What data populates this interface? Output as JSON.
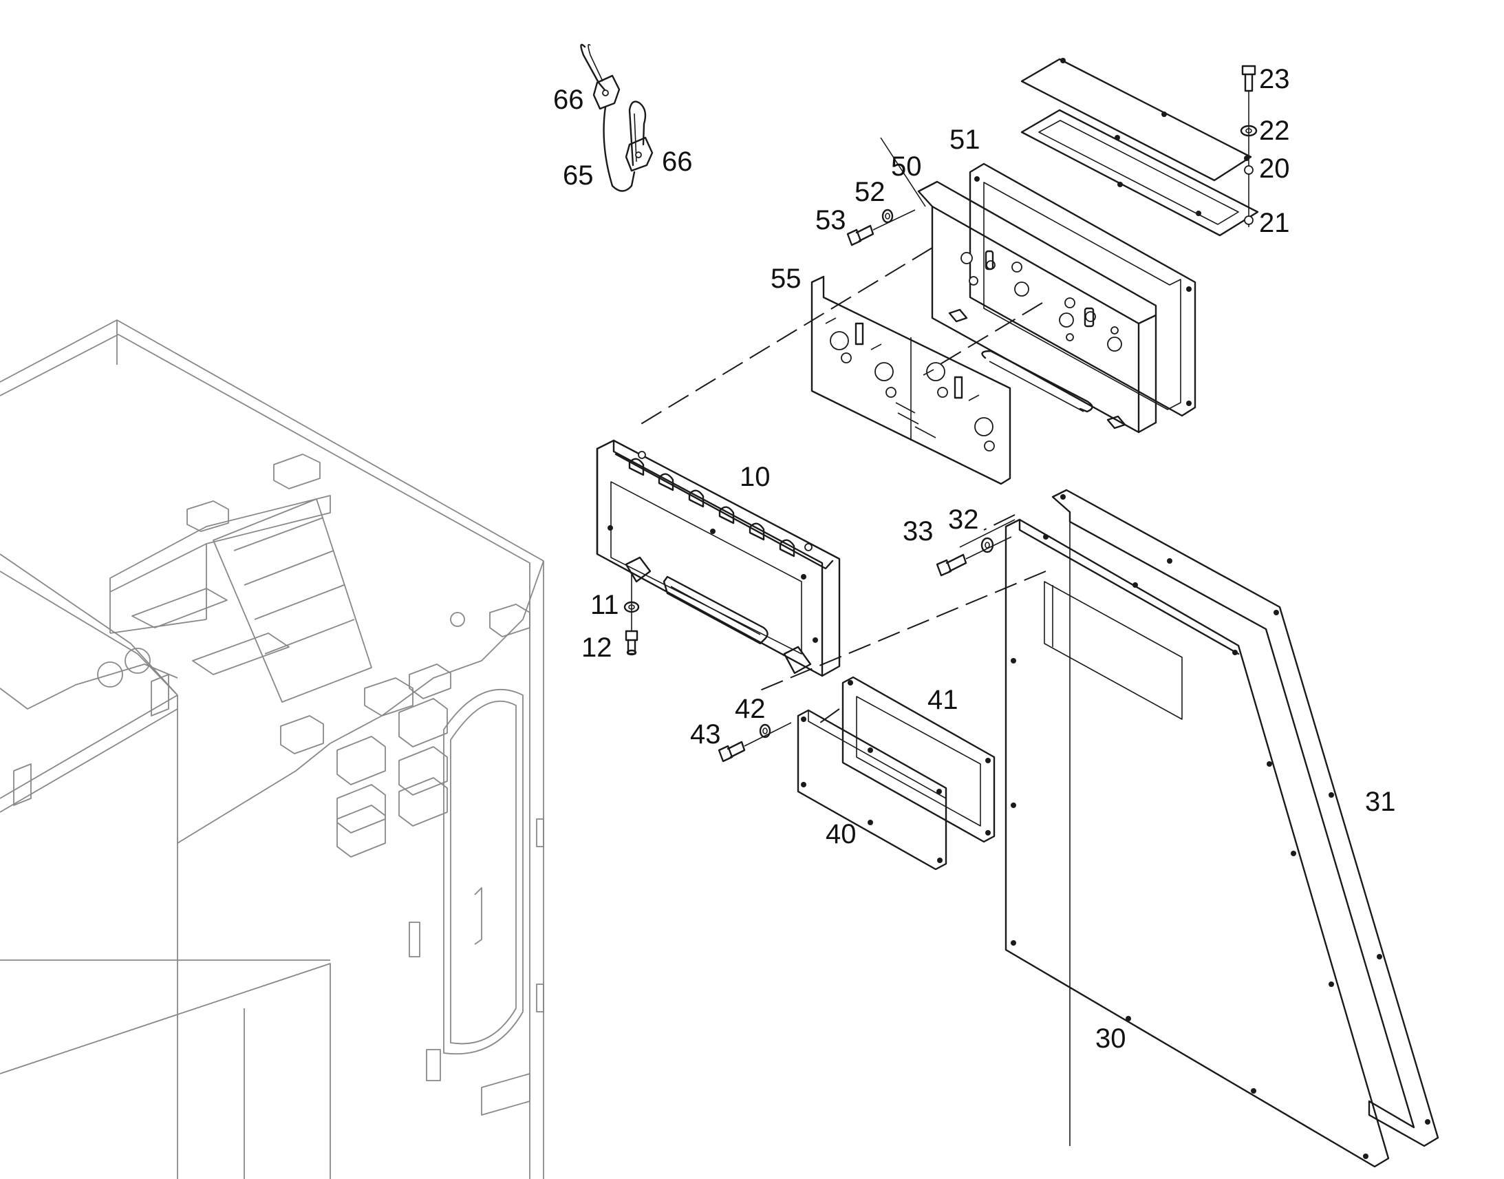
{
  "callouts": {
    "c10": "10",
    "c11": "11",
    "c12": "12",
    "c20": "20",
    "c21": "21",
    "c22": "22",
    "c23": "23",
    "c30": "30",
    "c31": "31",
    "c32": "32",
    "c33": "33",
    "c40": "40",
    "c41": "41",
    "c42": "42",
    "c43": "43",
    "c50": "50",
    "c51": "51",
    "c52": "52",
    "c53": "53",
    "c55": "55",
    "c65": "65",
    "c66a": "66",
    "c66b": "66"
  },
  "colors": {
    "line": "#1a1a1a",
    "context_line": "#888888",
    "background": "#ffffff"
  }
}
